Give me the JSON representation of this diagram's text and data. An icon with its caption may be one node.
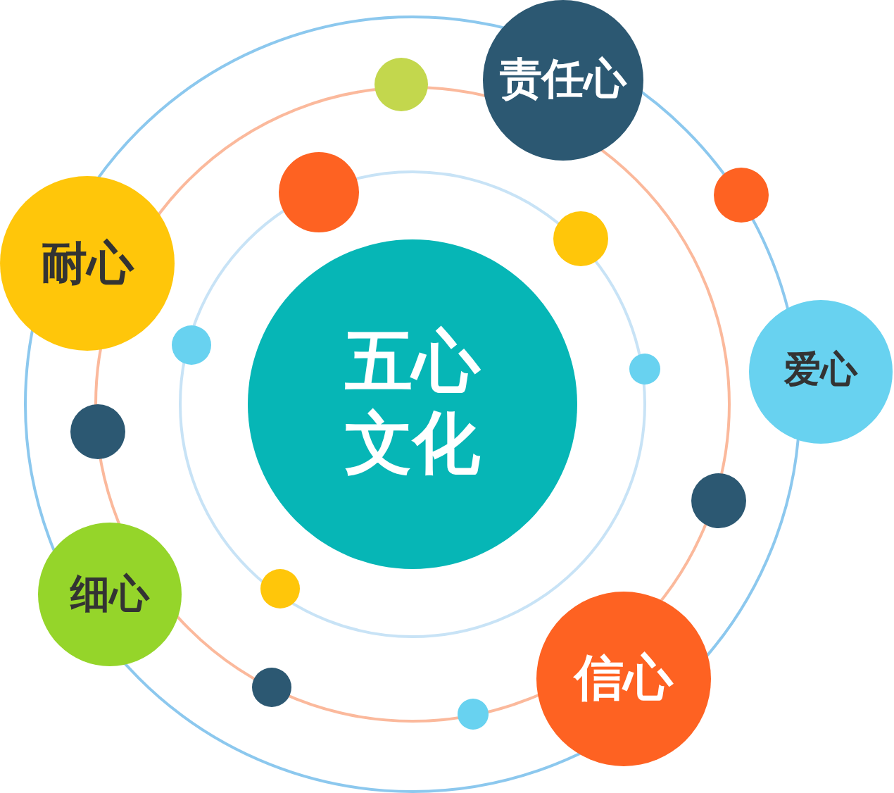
{
  "diagram": {
    "nodes": [
      {
        "text": [
          "五心文化"
        ]
      },
      {
        "text": [
          "责任心"
        ]
      },
      {
        "text": [
          "爱心"
        ]
      },
      {
        "text": [
          "信心"
        ]
      },
      {
        "text": [
          "细心"
        ]
      },
      {
        "text": [
          "耐心"
        ]
      },
      {
        "text": [],
        "shape": "circle"
      },
      {
        "text": [],
        "shape": "circle"
      },
      {
        "text": [],
        "shape": "circle"
      },
      {
        "text": [],
        "shape": "circle"
      },
      {
        "text": [],
        "shape": "circle"
      },
      {
        "text": [],
        "shape": "circle"
      },
      {
        "text": [],
        "shape": "circle"
      },
      {
        "text": [],
        "shape": "circle"
      },
      {
        "text": [],
        "shape": "circle"
      },
      {
        "text": [],
        "shape": "circle"
      },
      {
        "text": [],
        "shape": "circle"
      }
    ]
  }
}
